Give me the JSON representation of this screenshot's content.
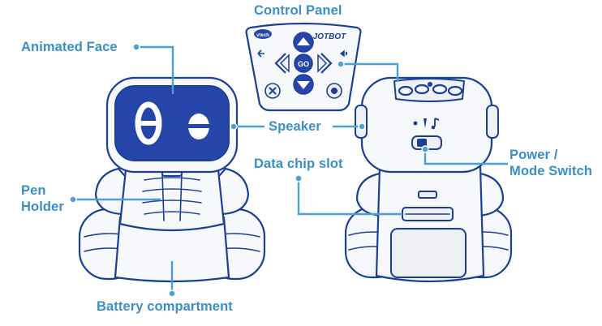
{
  "labels": {
    "control_panel": "Control Panel",
    "animated_face": "Animated Face",
    "speaker": "Speaker",
    "data_chip_slot": "Data chip slot",
    "pen_holder_1": "Pen",
    "pen_holder_2": "Holder",
    "power_1": "Power /",
    "power_2": "Mode Switch",
    "battery": "Battery compartment"
  },
  "remote": {
    "logo": "vtech",
    "brand": "JOTBOT",
    "go_label": "GO"
  },
  "colors": {
    "label": "#3a8fc6",
    "outline": "#1c3f96",
    "face_screen": "#2546a8",
    "body_fill": "#f7f8fb",
    "leader_line": "#4ba0d2"
  },
  "icons": [
    "arrow-up-icon",
    "arrow-down-icon",
    "arrow-left-icon",
    "arrow-right-icon",
    "go-button-icon",
    "cancel-x-icon",
    "speaker-left-icon",
    "speaker-right-icon",
    "pen-icon",
    "music-note-icon"
  ]
}
